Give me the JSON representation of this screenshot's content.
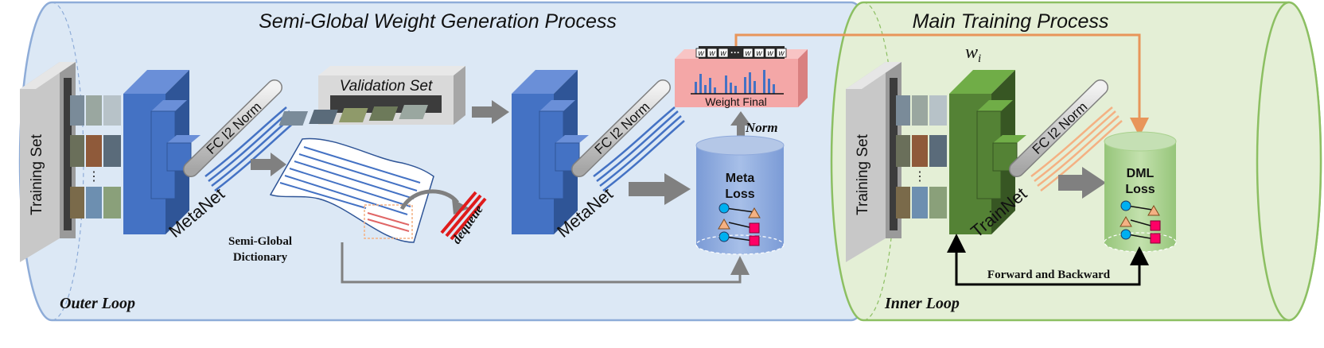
{
  "outer": {
    "title": "Semi-Global Weight Generation Process",
    "loop_label": "Outer Loop",
    "training_set": "Training Set",
    "metanet_1": "MetaNet",
    "fc_norm_1": "FC l2 Norm",
    "validation_set": "Validation Set",
    "dictionary_line1": "Semi-Global",
    "dictionary_line2": "Dictionary",
    "dequeue": "dequeue",
    "metanet_2": "MetaNet",
    "fc_norm_2": "FC l2 Norm",
    "weight_final": "Weight Final",
    "weight_cells": [
      "w",
      "w",
      "w",
      "w",
      "w",
      "w",
      "w"
    ],
    "weight_dots": "···",
    "norm": "Norm",
    "meta_loss_line1": "Meta",
    "meta_loss_line2": "Loss",
    "ellipsis": "⋮"
  },
  "inner": {
    "title": "Main Training Process",
    "loop_label": "Inner Loop",
    "training_set": "Training Set",
    "weight_symbol": "w",
    "weight_subscript": "i",
    "trainnet": "TrainNet",
    "fc_norm": "FC l2 Norm",
    "dml_loss_line1": "DML",
    "dml_loss_line2": "Loss",
    "forward_backward": "Forward and Backward",
    "ellipsis": "⋮"
  },
  "colors": {
    "outer_bg": "#dce8f5",
    "outer_border": "#8eacd8",
    "inner_bg": "#e4efd6",
    "inner_border": "#8cbf62",
    "metanet": "#4472c4",
    "trainnet": "#548235",
    "orange": "#f4b183",
    "arrow_grey": "#808080",
    "weight_box": "#f4a7a7",
    "meta_cyl": "#8faadc",
    "dml_cyl": "#a9d18e",
    "connector_orange": "#e8955a",
    "red": "#e01b1b"
  }
}
